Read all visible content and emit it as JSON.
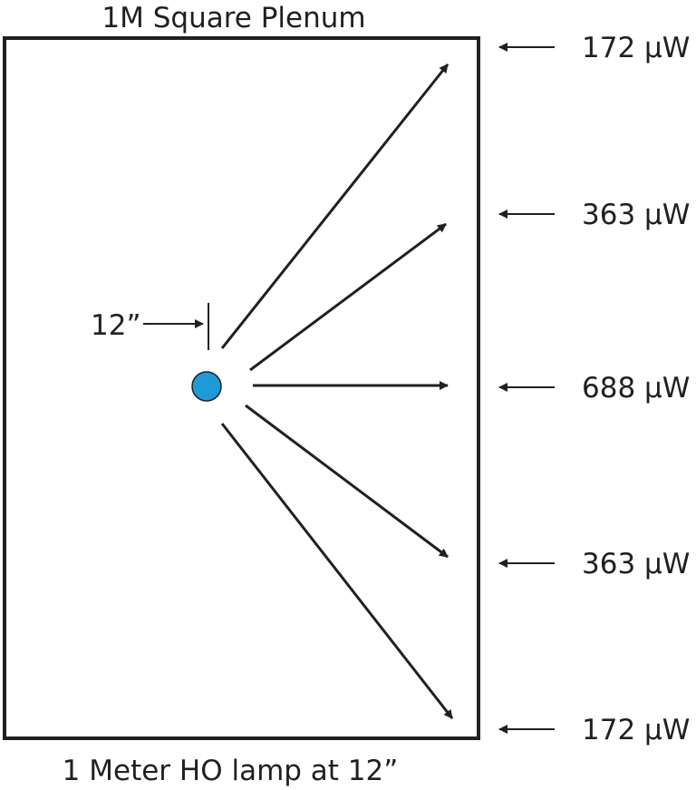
{
  "title": "1M Square Plenum",
  "caption": "1 Meter HO lamp at 12”",
  "lamp": {
    "distance_label": "12”",
    "color": "#1e9ad6"
  },
  "readings": [
    {
      "value": "172 µW"
    },
    {
      "value": "363 µW"
    },
    {
      "value": "688 µW"
    },
    {
      "value": "363 µW"
    },
    {
      "value": "172 µW"
    }
  ],
  "colors": {
    "line": "#231f20",
    "background": "#ffffff"
  }
}
